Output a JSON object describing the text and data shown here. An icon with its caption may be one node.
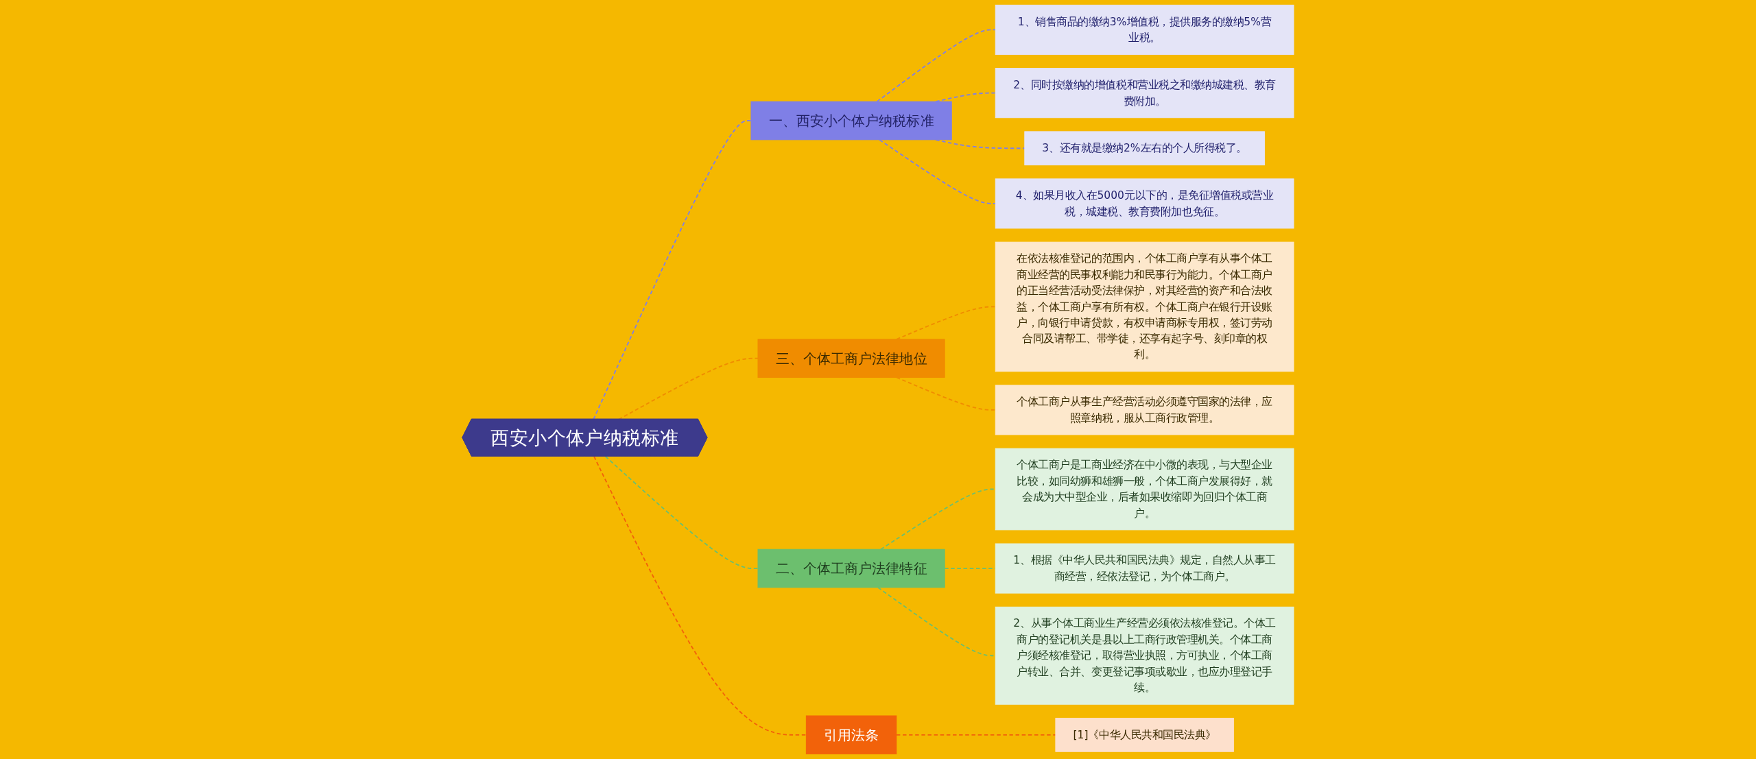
{
  "diagram": {
    "nodes": [
      {
        "text": [
          "西安小个体户纳税标准"
        ]
      },
      {
        "text": [
          "一、西安小个体户纳税标准"
        ]
      },
      {
        "text": [
          "1、销售商品的缴纳3%增值税，提供服务的缴纳5%营业税。"
        ]
      },
      {
        "text": [
          "2、同时按缴纳的增值税和营业税之和缴纳城建税、教育费附加。"
        ]
      },
      {
        "text": [
          "3、还有就是缴纳2%左右的个人所得税了。"
        ]
      },
      {
        "text": [
          "4、如果月收入在5000元以下的，是免征增值税或营业税，城建税、教育费附加也免征。"
        ]
      },
      {
        "text": [
          "三、个体工商户法律地位"
        ]
      },
      {
        "text": [
          "在依法核准登记的范围内，个体工商户享有从事个体工商业经营的民事权利能力和民事行为能力。个体工商户的正当经营活动受法律保护，对其经营的资产和合法收益，个体工商户享有所有权。个体工商户在银行开设账户，向银行申请贷款，有权申请商标专用权，签订劳动合同及请帮工、带学徒，还享有起字号、刻印章的权利。"
        ]
      },
      {
        "text": [
          "个体工商户从事生产经营活动必须遵守国家的法律，应照章纳税，服从工商行政管理。"
        ]
      },
      {
        "text": [
          "二、个体工商户法律特征"
        ]
      },
      {
        "text": [
          "个体工商户是工商业经济在中小微的表现，与大型企业比较，如同幼狮和雄狮一般，个体工商户发展得好，就会成为大中型企业，后者如果收缩即为回归个体工商户。"
        ]
      },
      {
        "text": [
          "1、根据《中华人民共和国民法典》规定，自然人从事工商经营，经依法登记，为个体工商户。"
        ]
      },
      {
        "text": [
          "2、从事个体工商业生产经营必须依法核准登记。个体工商户的登记机关是县以上工商行政管理机关。个体工商户须经核准登记，取得营业执照，方可执业，个体工商户转业、合并、变更登记事项或歇业，也应办理登记手续。"
        ]
      },
      {
        "text": [
          "引用法条"
        ]
      },
      {
        "text": [
          "[1]《中华人民共和国民法典》"
        ]
      }
    ],
    "edges": [
      {
        "from": 0,
        "to": 1,
        "arrow": "none",
        "style": "dashed",
        "color": "#7f7fe6"
      },
      {
        "from": 1,
        "to": 2,
        "arrow": "none",
        "style": "dashed",
        "color": "#7f7fe6"
      },
      {
        "from": 1,
        "to": 3,
        "arrow": "none",
        "style": "dashed",
        "color": "#7f7fe6"
      },
      {
        "from": 1,
        "to": 4,
        "arrow": "none",
        "style": "dashed",
        "color": "#7f7fe6"
      },
      {
        "from": 1,
        "to": 5,
        "arrow": "none",
        "style": "dashed",
        "color": "#7f7fe6"
      },
      {
        "from": 0,
        "to": 6,
        "arrow": "none",
        "style": "dashed",
        "color": "#f08c00"
      },
      {
        "from": 6,
        "to": 7,
        "arrow": "none",
        "style": "dashed",
        "color": "#f08c00"
      },
      {
        "from": 6,
        "to": 8,
        "arrow": "none",
        "style": "dashed",
        "color": "#f08c00"
      },
      {
        "from": 0,
        "to": 9,
        "arrow": "none",
        "style": "dashed",
        "color": "#6cbf6e"
      },
      {
        "from": 9,
        "to": 10,
        "arrow": "none",
        "style": "dashed",
        "color": "#6cbf6e"
      },
      {
        "from": 9,
        "to": 11,
        "arrow": "none",
        "style": "dashed",
        "color": "#6cbf6e"
      },
      {
        "from": 9,
        "to": 12,
        "arrow": "none",
        "style": "dashed",
        "color": "#6cbf6e"
      },
      {
        "from": 0,
        "to": 13,
        "arrow": "none",
        "style": "dashed",
        "color": "#f2620a"
      },
      {
        "from": 13,
        "to": 14,
        "arrow": "none",
        "style": "dashed",
        "color": "#f2620a"
      }
    ]
  }
}
